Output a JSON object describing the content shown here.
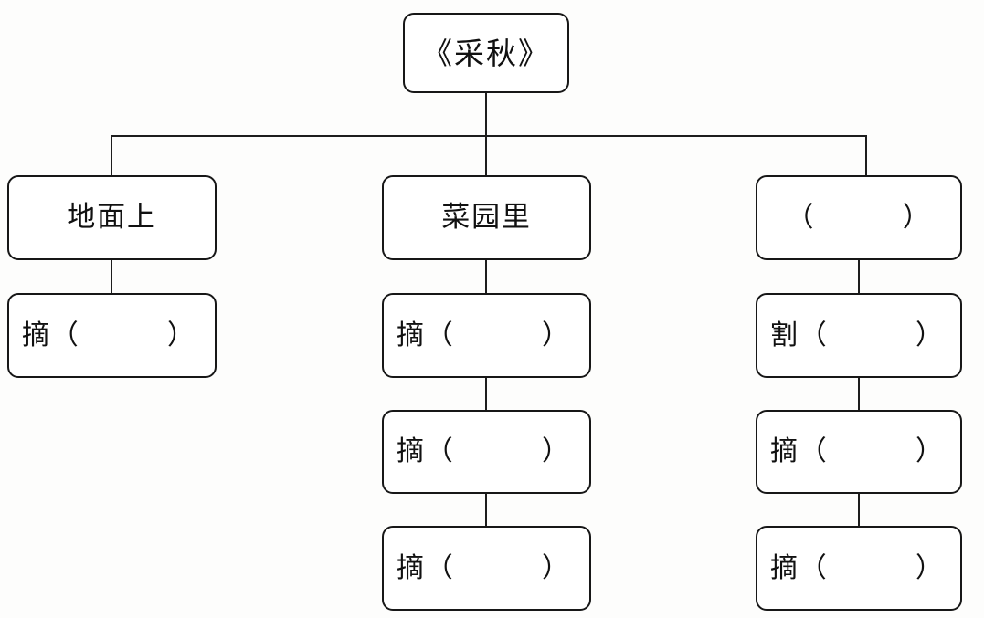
{
  "diagram": {
    "type": "tree-outline",
    "title_node": {
      "label": "《采秋》"
    },
    "columns": [
      {
        "key": "ground",
        "head": {
          "label": "地面上"
        },
        "children": [
          {
            "label": "摘（　　　）"
          }
        ]
      },
      {
        "key": "garden",
        "head": {
          "label": "菜园里"
        },
        "children": [
          {
            "label": "摘（　　　）"
          },
          {
            "label": "摘（　　　）"
          },
          {
            "label": "摘（　　　）"
          }
        ]
      },
      {
        "key": "blank",
        "head": {
          "label": "（　　　）"
        },
        "children": [
          {
            "label": "割（　　　）"
          },
          {
            "label": "摘（　　　）"
          },
          {
            "label": "摘（　　　）"
          }
        ]
      }
    ],
    "colors": {
      "stroke": "#171717",
      "background": "#fdfdfc",
      "text": "#111111"
    }
  }
}
